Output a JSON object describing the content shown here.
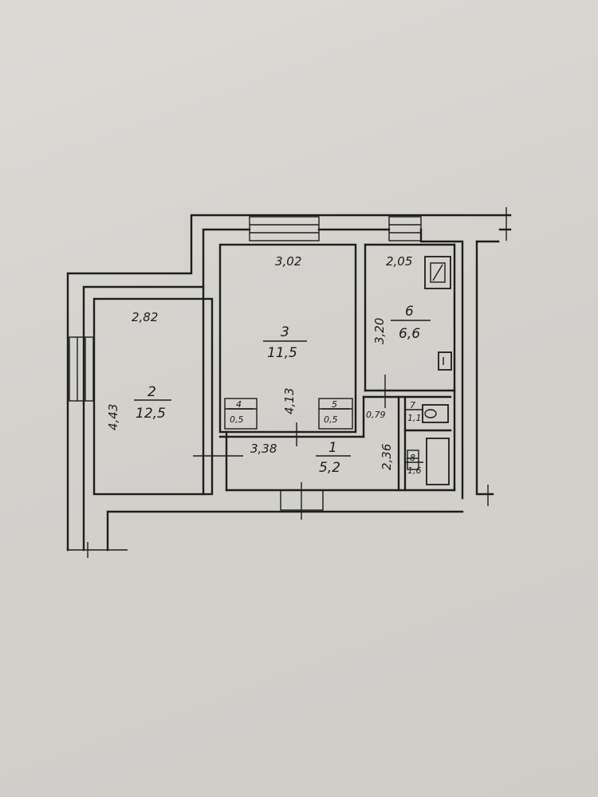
{
  "rooms": [
    {
      "id": "1",
      "number": "1",
      "area": "5,2"
    },
    {
      "id": "2",
      "number": "2",
      "area": "12,5"
    },
    {
      "id": "3",
      "number": "3",
      "area": "11,5"
    },
    {
      "id": "4",
      "number": "4",
      "area": "0,5"
    },
    {
      "id": "5",
      "number": "5",
      "area": "0,5"
    },
    {
      "id": "6",
      "number": "6",
      "area": "6,6"
    },
    {
      "id": "7",
      "number": "7",
      "area": "1,1"
    },
    {
      "id": "8",
      "number": "8",
      "area": "1,6"
    }
  ],
  "dimensions": {
    "room2_width": "2,82",
    "room2_length": "4,43",
    "room3_width": "3,02",
    "room3_length": "4,13",
    "room6_width": "2,05",
    "room6_length": "3,20",
    "hall_length": "3,38",
    "hall_depth": "2,36",
    "bath_width": "0,79"
  }
}
